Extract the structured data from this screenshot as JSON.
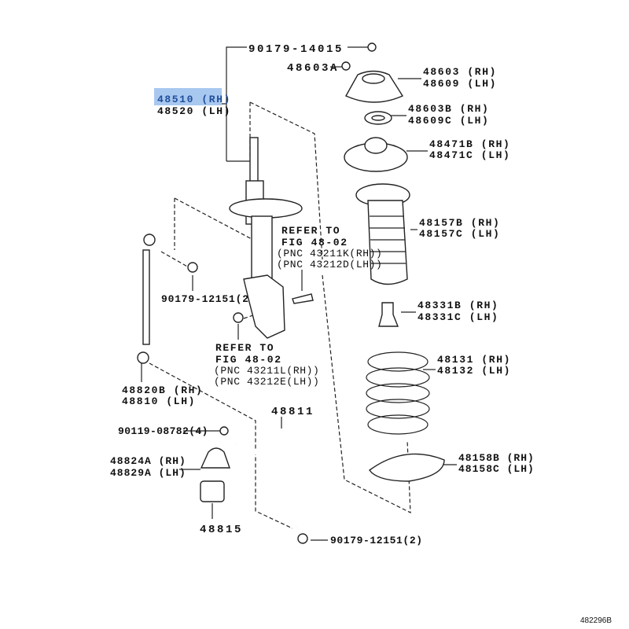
{
  "diagram": {
    "highlight_color": "#a9c8f0",
    "labels": {
      "p90179_14015": "90179-14015",
      "p48603a": "48603A",
      "p48603_rh": "48603 (RH)",
      "p48609_lh": "48609 (LH)",
      "p48510_rh": "48510 (RH)",
      "p48520_lh": "48520 (LH)",
      "p48603b_rh": "48603B (RH)",
      "p48609c_lh": "48609C (LH)",
      "p48471b_rh": "48471B (RH)",
      "p48471c_lh": "48471C (LH)",
      "p48157b_rh": "48157B (RH)",
      "p48157c_lh": "48157C (LH)",
      "refer1_a": "REFER TO",
      "refer1_b": "FIG 48-02",
      "refer1_c": "(PNC 43211K(RH))",
      "refer1_d": "(PNC 43212D(LH))",
      "p90179_12151_a": "90179-12151(2",
      "p48331b_rh": "48331B (RH)",
      "p48331c_lh": "48331C (LH)",
      "refer2_a": "REFER TO",
      "refer2_b": "FIG 48-02",
      "refer2_c": "(PNC 43211L(RH))",
      "refer2_d": "(PNC 43212E(LH))",
      "p48131_rh": "48131 (RH)",
      "p48132_lh": "48132 (LH)",
      "p48820b_rh": "48820B (RH)",
      "p48810_lh": "48810 (LH)",
      "p48811": "48811",
      "p90119_08782": "90119-08782(4)",
      "p48824a_rh": "48824A (RH)",
      "p48829a_lh": "48829A (LH)",
      "p48158b_rh": "48158B (RH)",
      "p48158c_lh": "48158C (LH)",
      "p48815": "48815",
      "p90179_12151_b": "90179-12151(2)",
      "figure_id": "482296B"
    }
  }
}
